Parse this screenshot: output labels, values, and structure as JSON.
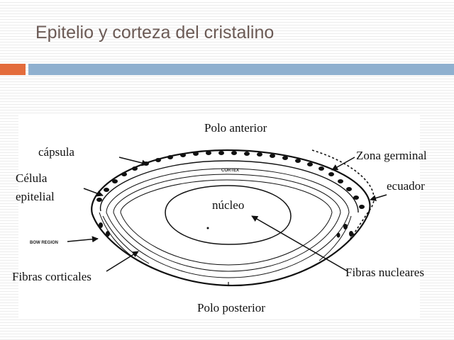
{
  "title": "Epitelio y corteza del cristalino",
  "diagram": {
    "labels": {
      "polo_anterior": "Polo anterior",
      "capsula": "cápsula",
      "zona_germinal": "Zona germinal",
      "celula": "Célula",
      "epitelial": "epitelial",
      "ecuador": "ecuador",
      "nucleo": "núcleo",
      "fibras_nucleares": "Fibras nucleares",
      "fibras_corticales": "Fibras corticales",
      "polo_posterior": "Polo posterior",
      "cortex": "CORTEX",
      "bow_region": "BOW REGION"
    }
  }
}
